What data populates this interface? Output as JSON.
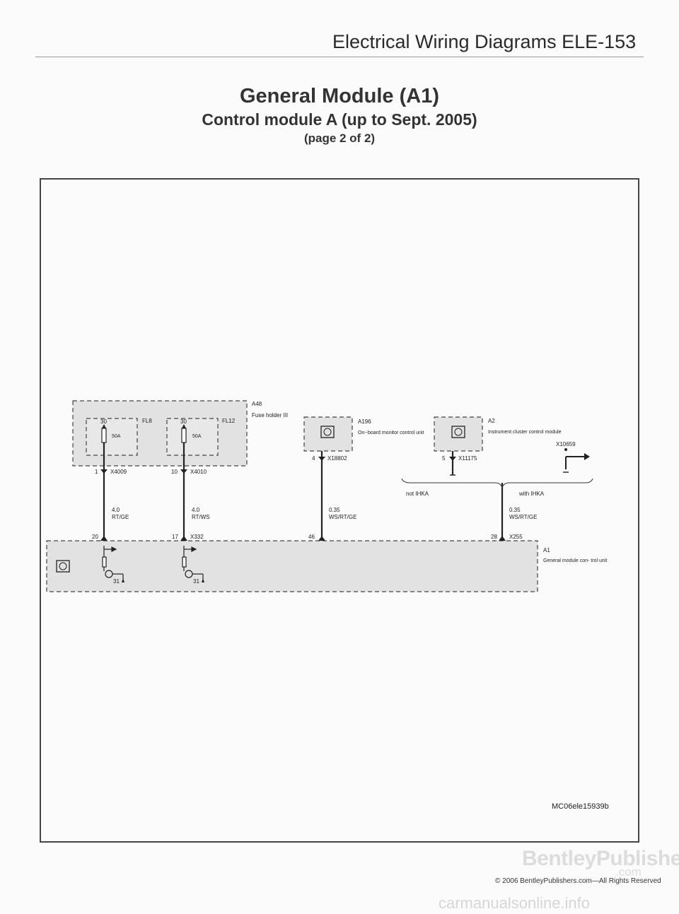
{
  "header": {
    "title": "Electrical Wiring Diagrams   ELE-153"
  },
  "titles": {
    "main": "General Module (A1)",
    "sub": "Control module A (up to Sept. 2005)",
    "page": "(page 2 of 2)"
  },
  "diagram": {
    "fuse_holder": {
      "id": "A48",
      "label": "Fuse holder III"
    },
    "fuses": [
      {
        "id": "FL8",
        "terminal": "30",
        "rating": "50A"
      },
      {
        "id": "FL12",
        "terminal": "30",
        "rating": "50A"
      }
    ],
    "modules": [
      {
        "id": "A196",
        "label": "On--board monitor control unit"
      },
      {
        "id": "A2",
        "label": "Instrument cluster control module"
      },
      {
        "id": "A1",
        "label": "General module con- trol unit"
      }
    ],
    "connectors": [
      {
        "pin": "1",
        "id": "X4009"
      },
      {
        "pin": "10",
        "id": "X4010"
      },
      {
        "pin": "4",
        "id": "X18802"
      },
      {
        "pin": "5",
        "id": "X11175"
      },
      {
        "pin": "17",
        "id": "X332"
      },
      {
        "pin": "28",
        "id": "X255"
      },
      {
        "id": "X10659"
      }
    ],
    "pins_a1": [
      "20",
      "46"
    ],
    "grounds": [
      "31",
      "31"
    ],
    "wires": [
      {
        "gauge": "4.0",
        "color": "RT/GE"
      },
      {
        "gauge": "4.0",
        "color": "RT/WS"
      },
      {
        "gauge": "0.35",
        "color": "WS/RT/GE"
      },
      {
        "gauge": "0.35",
        "color": "WS/RT/GE"
      }
    ],
    "options": {
      "not": "not IHKA",
      "with": "with IHKA"
    }
  },
  "footer": {
    "code": "MC06ele15939b",
    "brand": "BentleyPublishers",
    "brand_com": ".com",
    "copyright": "© 2006 BentleyPublishers.com—All Rights Reserved",
    "watermark": "carmanualsonline.info"
  }
}
